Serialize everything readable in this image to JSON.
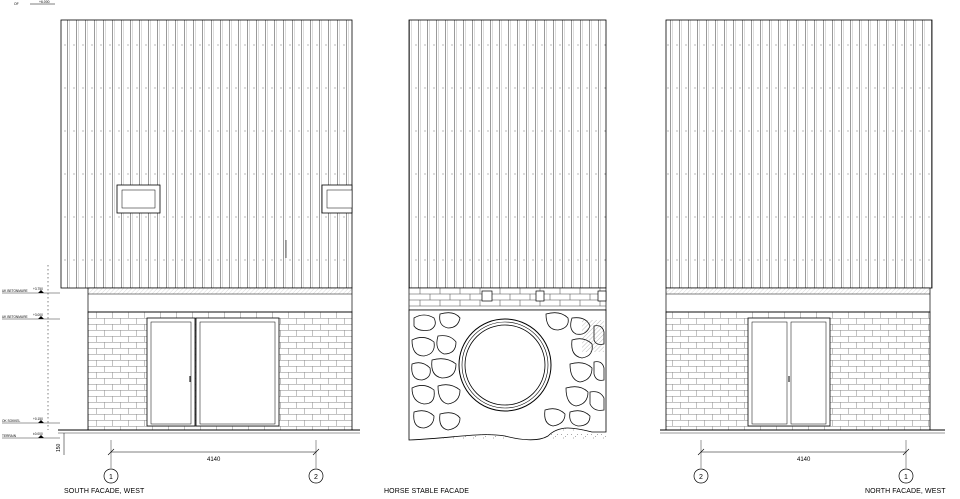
{
  "top_level": {
    "tag": "OF",
    "value": "+6.000"
  },
  "levels": [
    {
      "tag": "UK BETONMURE",
      "value": "+3.750"
    },
    {
      "tag": "UK BETONMURE",
      "value": "+3.000"
    },
    {
      "tag": "OK SOKKEL",
      "value": "+0.150"
    },
    {
      "tag": "TERRAIN",
      "value": "±0.000"
    }
  ],
  "dimensions": {
    "side_height": "150",
    "span_left": "4140",
    "span_right": "4140"
  },
  "grid": {
    "left_start": "1",
    "left_end": "2",
    "right_start": "2",
    "right_end": "1"
  },
  "captions": {
    "left": "SOUTH FACADE, WEST",
    "middle": "HORSE STABLE FACADE",
    "right": "NORTH FACADE, WEST"
  }
}
